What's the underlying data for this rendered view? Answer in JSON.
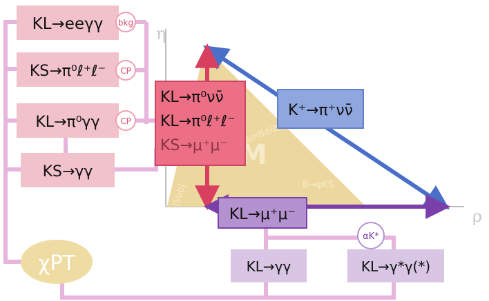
{
  "colors": {
    "pink_box": "#f2c2cc",
    "pink_line": "#e6b4dc",
    "red_box": "#ec6f86",
    "blue_box": "#8fa6df",
    "purple_box": "#b392cf",
    "lavender_box": "#d8c6e4",
    "triangle": "#ecd79e",
    "chipt": "#efdca3",
    "circle_text": "#e0506e"
  },
  "boxes": {
    "kl_eegg": "KL→eeγγ",
    "ks_pi0ll": "KS→π⁰ℓ⁺ℓ⁻",
    "kl_pi0gg": "KL→π⁰γγ",
    "ks_gg": "KS→γγ",
    "kl_gg": "KL→γγ",
    "kl_gsg": "KL→γ*γ(*)",
    "kplus": "K⁺→π⁺νν̄",
    "kl_mumu": "KL→μ⁺μ⁻"
  },
  "red_box": {
    "line1": "KL→π⁰νν̄",
    "line2": "KL→π⁰ℓ⁺ℓ⁻",
    "line3": "KS→μ⁺μ⁻"
  },
  "circles": {
    "bkg": "bkg",
    "cp1": "CP",
    "cp2": "CP",
    "alpha": "αK*"
  },
  "chipt": "χPT",
  "axes": {
    "eta": "η",
    "rho": "ρ"
  },
  "triangle_labels": {
    "dm": "ΔmBd/ΔmBs",
    "sm": "SM",
    "vub": "|Vub|",
    "bpsik": "B→ψKS"
  }
}
